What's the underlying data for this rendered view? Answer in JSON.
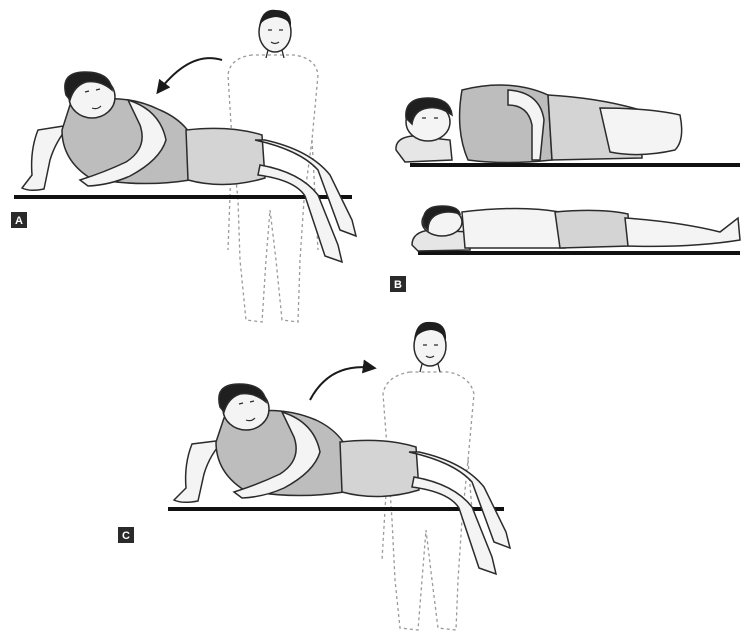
{
  "panels": {
    "a": {
      "label": "A"
    },
    "b": {
      "label": "B"
    },
    "c": {
      "label": "C"
    }
  },
  "colors": {
    "outline": "#2b2b2b",
    "skin": "#f4f4f4",
    "shirt": "#bdbdbd",
    "hair": "#1f1f1f",
    "table": "#111111",
    "ghost": "#9a9a9a",
    "label_bg": "#2a2a2a"
  },
  "icons": {
    "motion_arrow": "curved-arrow-icon"
  }
}
